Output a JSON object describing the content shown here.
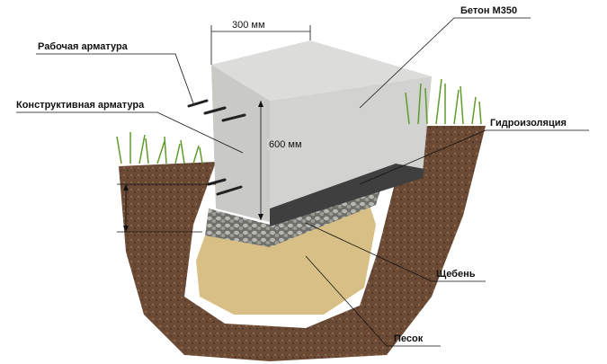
{
  "labels": {
    "concrete": "Бетон М350",
    "working_rebar": "Рабочая арматура",
    "structural_rebar": "Конструктивная арматура",
    "waterproofing": "Гидроизоляция",
    "gravel": "Щебень",
    "sand": "Песок"
  },
  "dimensions": {
    "width": "300 мм",
    "height": "600 мм"
  },
  "colors": {
    "concrete": "#d4d4d2",
    "soil": "#6b4a35",
    "sand": "#d8bf85",
    "gravel": "#8a8a86",
    "grass": "#5f9a2c",
    "waterproofing": "#3f3f3f"
  }
}
